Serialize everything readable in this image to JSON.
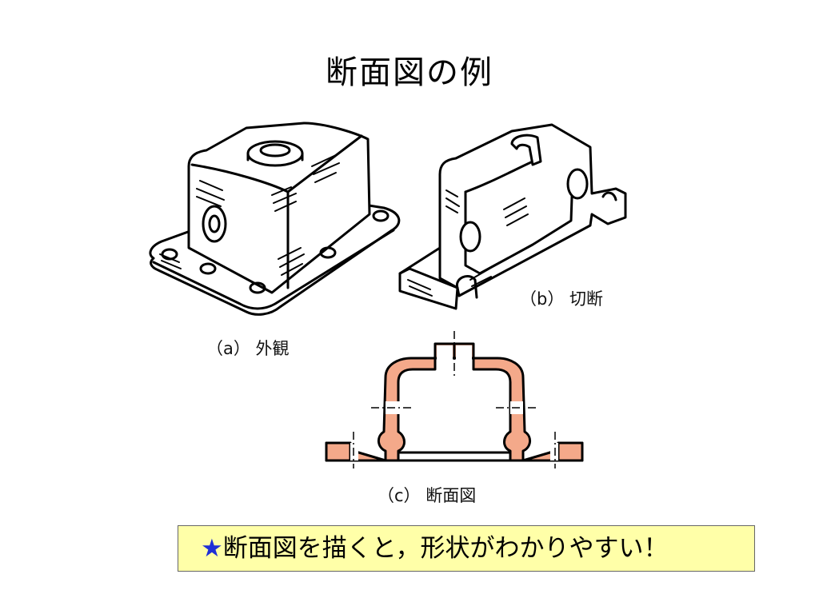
{
  "title": "断面図の例",
  "figures": {
    "a_caption": "（a） 外観",
    "b_caption": "（b） 切断",
    "c_caption": "（c） 断面図"
  },
  "note": {
    "star": "★",
    "text": "断面図を描くと，形状がわかりやすい！"
  },
  "colors": {
    "section_fill": "#f4a98a",
    "note_background": "#ffffa8",
    "star": "#1f2fd6",
    "line": "#000000"
  }
}
